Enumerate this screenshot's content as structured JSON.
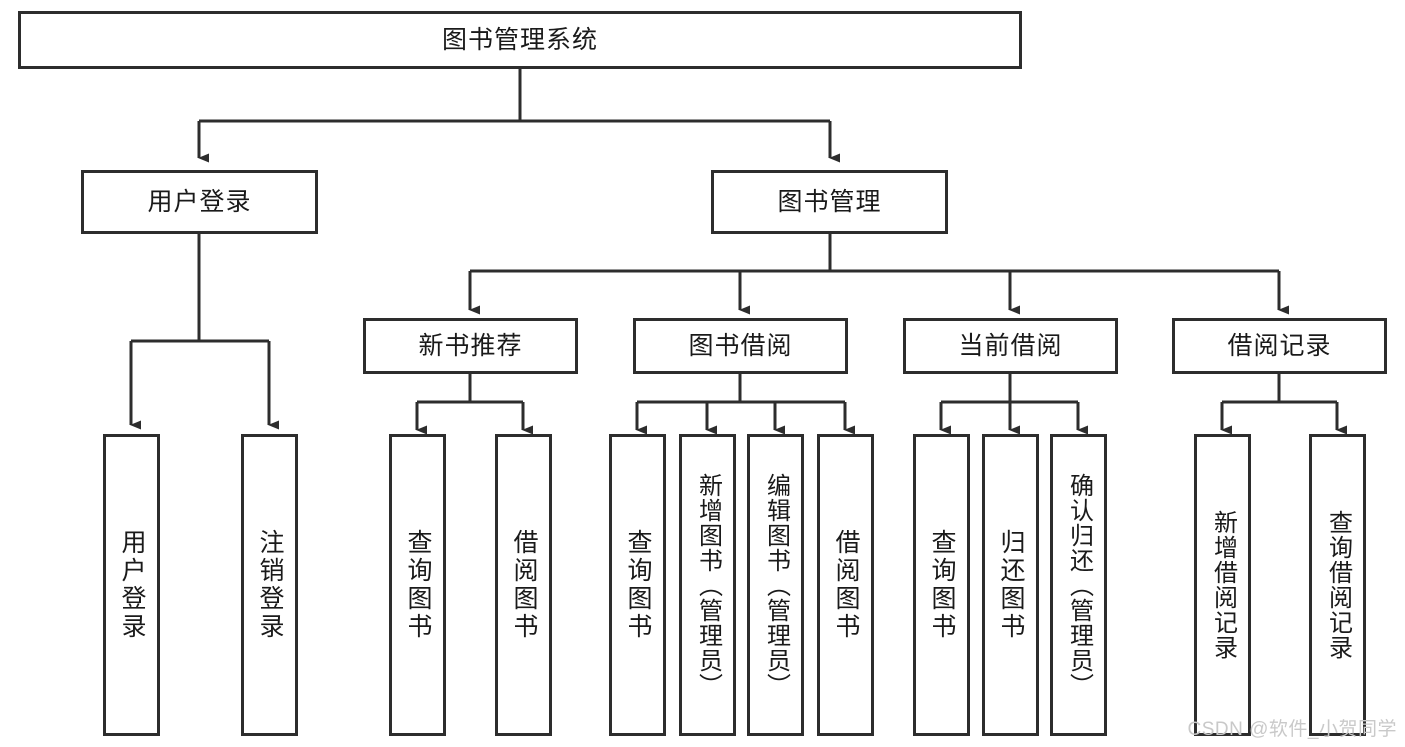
{
  "diagram": {
    "type": "hierarchy-tree",
    "title": "图书管理系统",
    "levels": 4,
    "colors": {
      "background": "#ffffff",
      "border": "#2d2d2d",
      "text": "#1a1a1a",
      "connector": "#2d2d2d",
      "watermark": "#c9c9c9"
    },
    "root": {
      "label": "图书管理系统"
    },
    "level2": [
      {
        "label": "用户登录"
      },
      {
        "label": "图书管理"
      }
    ],
    "level3": [
      {
        "label": "新书推荐"
      },
      {
        "label": "图书借阅"
      },
      {
        "label": "当前借阅"
      },
      {
        "label": "借阅记录"
      }
    ],
    "leaves": {
      "user_login": [
        {
          "label": "用户登录"
        },
        {
          "label": "注销登录"
        }
      ],
      "new_book_recommend": [
        {
          "label": "查询图书"
        },
        {
          "label": "借阅图书"
        }
      ],
      "book_borrow": [
        {
          "label": "查询图书"
        },
        {
          "label": "新增图书（管理员）"
        },
        {
          "label": "编辑图书（管理员）"
        },
        {
          "label": "借阅图书"
        }
      ],
      "current_borrow": [
        {
          "label": "查询图书"
        },
        {
          "label": "归还图书"
        },
        {
          "label": "确认归还（管理员）"
        }
      ],
      "borrow_record": [
        {
          "label": "新增借阅记录"
        },
        {
          "label": "查询借阅记录"
        }
      ]
    }
  },
  "watermark": {
    "text": "CSDN @软件_小贺同学"
  }
}
